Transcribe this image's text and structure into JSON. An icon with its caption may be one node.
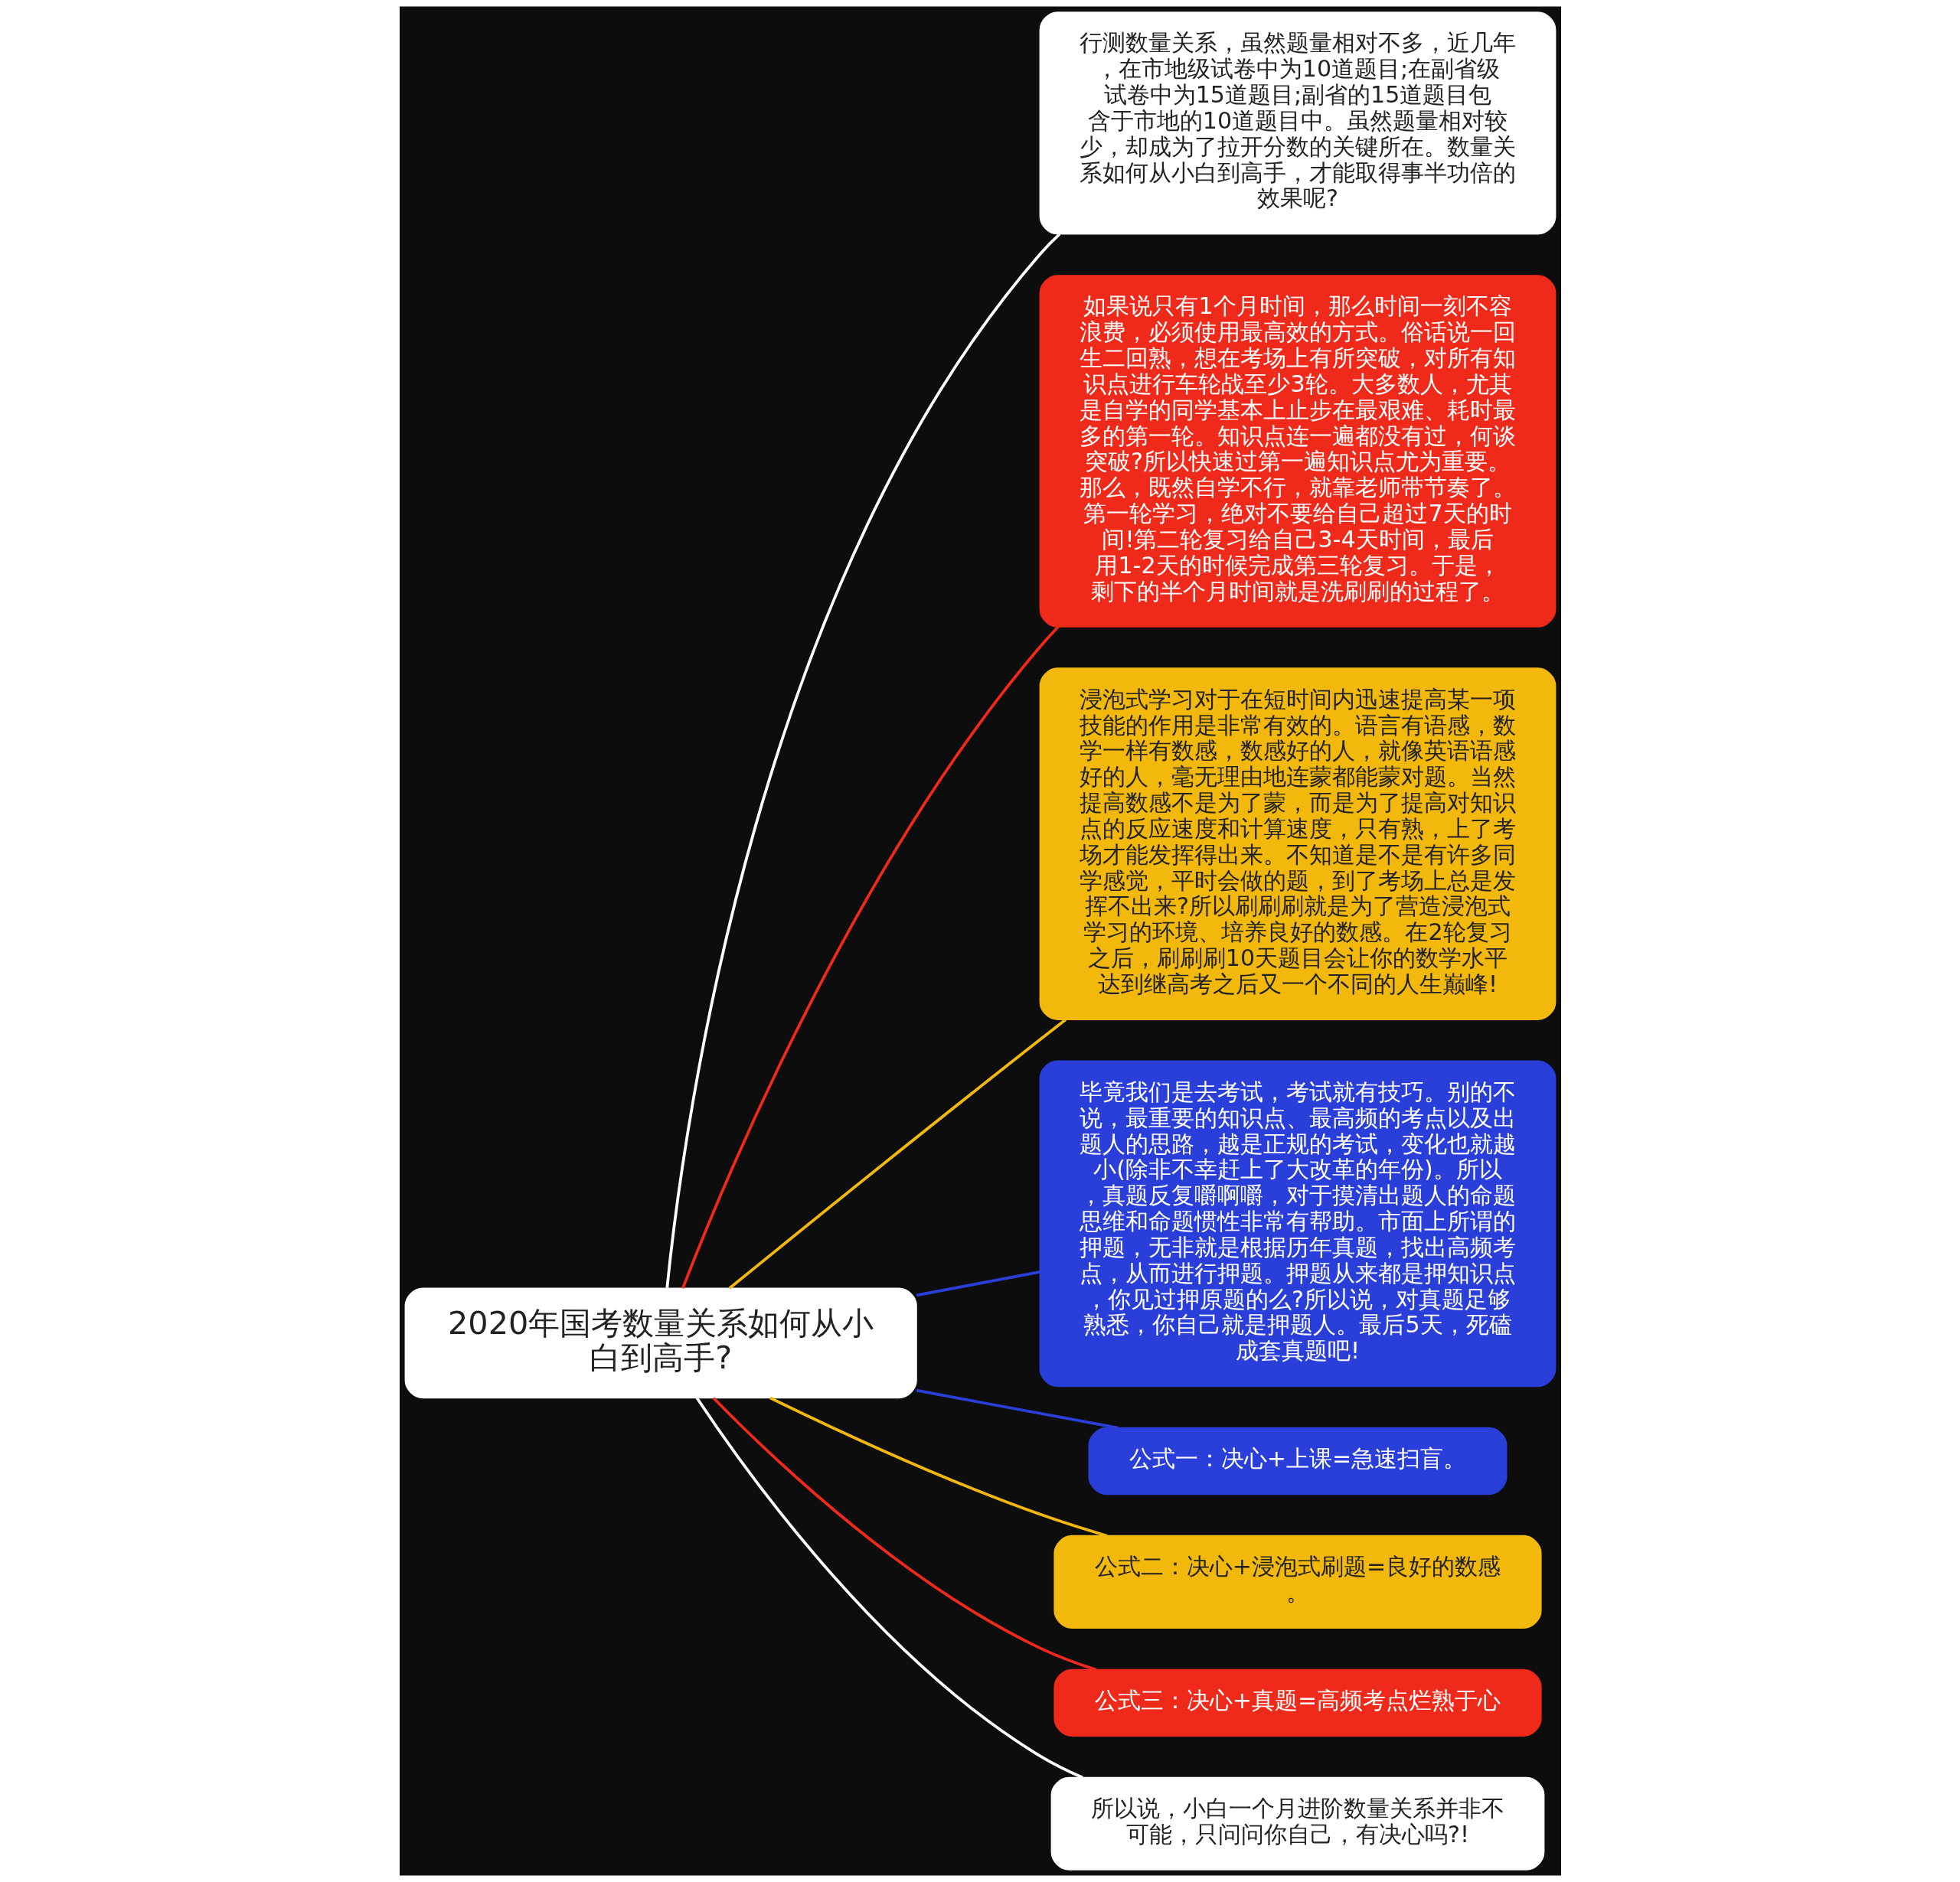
{
  "diagram": {
    "nodes": [
      {
        "text": [
          "2020年国考数量关系如何从小白到高手?"
        ]
      },
      {
        "text": [
          "行测数量关系，虽然题量相对不多，近几年，在市地级试卷中为10道题目;在副省级试卷中为15道题目;副省的15道题目包含于市地的10道题目中。虽然题量相对较少，却成为了拉开分数的关键所在。数量关系如何从小白到高手，才能取得事半功倍的效果呢?"
        ]
      },
      {
        "text": [
          "如果说只有1个月时间，那么时间一刻不容浪费，必须使用最高效的方式。俗话说一回生二回熟，想在考场上有所突破，对所有知识点进行车轮战至少3轮。大多数人，尤其是自学的同学基本上止步在最艰难、耗时最多的第一轮。知识点连一遍都没有过，何谈突破?所以快速过第一遍知识点尤为重要。那么，既然自学不行，就靠老师带节奏了。第一轮学习，绝对不要给自己超过7天的时间!第二轮复习给自己3-4天时间，最后用1-2天的时候完成第三轮复习。于是，剩下的半个月时间就是洗刷刷的过程了。"
        ]
      },
      {
        "text": [
          "浸泡式学习对于在短时间内迅速提高某一项技能的作用是非常有效的。语言有语感，数学一样有数感，数感好的人，就像英语语感好的人，毫无理由地连蒙都能蒙对题。当然提高数感不是为了蒙，而是为了提高对知识点的反应速度和计算速度，只有熟，上了考场才能发挥得出来。不知道是不是有许多同学感觉，平时会做的题，到了考场上总是发挥不出来?所以刷刷刷就是为了营造浸泡式学习的环境、培养良好的数感。在2轮复习之后，刷刷刷10天题目会让你的数学水平达到继高考之后又一个不同的人生巅峰!"
        ]
      },
      {
        "text": [
          "毕竟我们是去考试，考试就有技巧。别的不说，最重要的知识点、最高频的考点以及出题人的思路，越是正规的考试，变化也就越小(除非不幸赶上了大改革的年份)。所以，真题反复嚼啊嚼，对于摸清出题人的命题思维和命题惯性非常有帮助。市面上所谓的押题，无非就是根据历年真题，找出高频考点，从而进行押题。押题从来都是押知识点，你见过押原题的么?所以说，对真题足够熟悉，你自己就是押题人。最后5天，死磕成套真题吧!"
        ]
      },
      {
        "text": [
          "公式一：决心+上课=急速扫盲。"
        ]
      },
      {
        "text": [
          "公式二：决心+浸泡式刷题=良好的数感。"
        ]
      },
      {
        "text": [
          "公式三：决心+真题=高频考点烂熟于心"
        ]
      },
      {
        "text": [
          "所以说，小白一个月进阶数量关系并非不可能，只问问你自己，有决心吗?!"
        ]
      }
    ],
    "edges": [
      {
        "from": 0,
        "to": 1,
        "arrow": "none",
        "color": "#ffffff"
      },
      {
        "from": 0,
        "to": 2,
        "arrow": "none",
        "color": "#f02a1b"
      },
      {
        "from": 0,
        "to": 3,
        "arrow": "none",
        "color": "#f2b80c"
      },
      {
        "from": 0,
        "to": 4,
        "arrow": "none",
        "color": "#2a3fd9"
      },
      {
        "from": 0,
        "to": 5,
        "arrow": "none",
        "color": "#2a3fd9"
      },
      {
        "from": 0,
        "to": 6,
        "arrow": "none",
        "color": "#f2b80c"
      },
      {
        "from": 0,
        "to": 7,
        "arrow": "none",
        "color": "#f02a1b"
      },
      {
        "from": 0,
        "to": 8,
        "arrow": "none",
        "color": "#ffffff"
      }
    ]
  }
}
